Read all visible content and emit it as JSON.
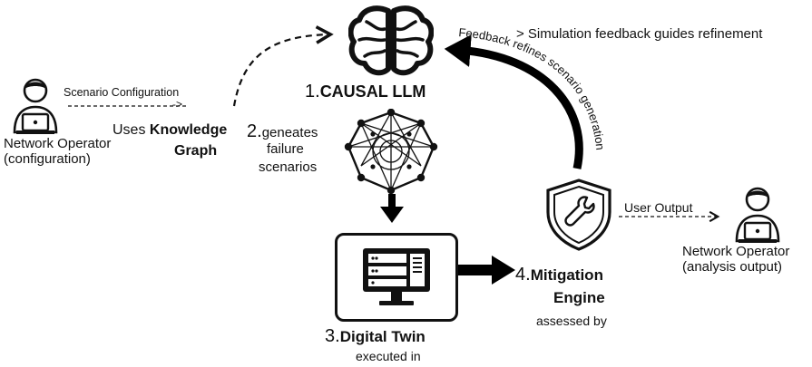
{
  "operator_left": {
    "name": "Network Operator",
    "role": "(configuration)",
    "action_label": "Scenario Configuration",
    "arrow_tip": "->"
  },
  "knowledge": {
    "prefix": "Uses",
    "bold_word": "Knowledge",
    "second_word": "Graph"
  },
  "step1": {
    "number": "1.",
    "title": "CAUSAL LLM"
  },
  "step2": {
    "number": "2.",
    "line1": "geneates",
    "line2": "failure",
    "line3": "scenarios"
  },
  "step3": {
    "number": "3.",
    "title": "Digital Twin",
    "caption": "executed in"
  },
  "step4": {
    "number": "4.",
    "title_line1": "Mitigation",
    "title_line2": "Engine",
    "caption": "assessed by"
  },
  "feedback": {
    "header": "> Simulation feedback guides refinement",
    "curved_label": "Feedback refines scenario generation"
  },
  "operator_right": {
    "action_label": "User Output",
    "name": "Network Operator",
    "role": "(analysis output)"
  },
  "icons": [
    "brain-icon",
    "network-graph-icon",
    "monitor-server-icon",
    "shield-wrench-icon",
    "person-laptop-icon"
  ]
}
